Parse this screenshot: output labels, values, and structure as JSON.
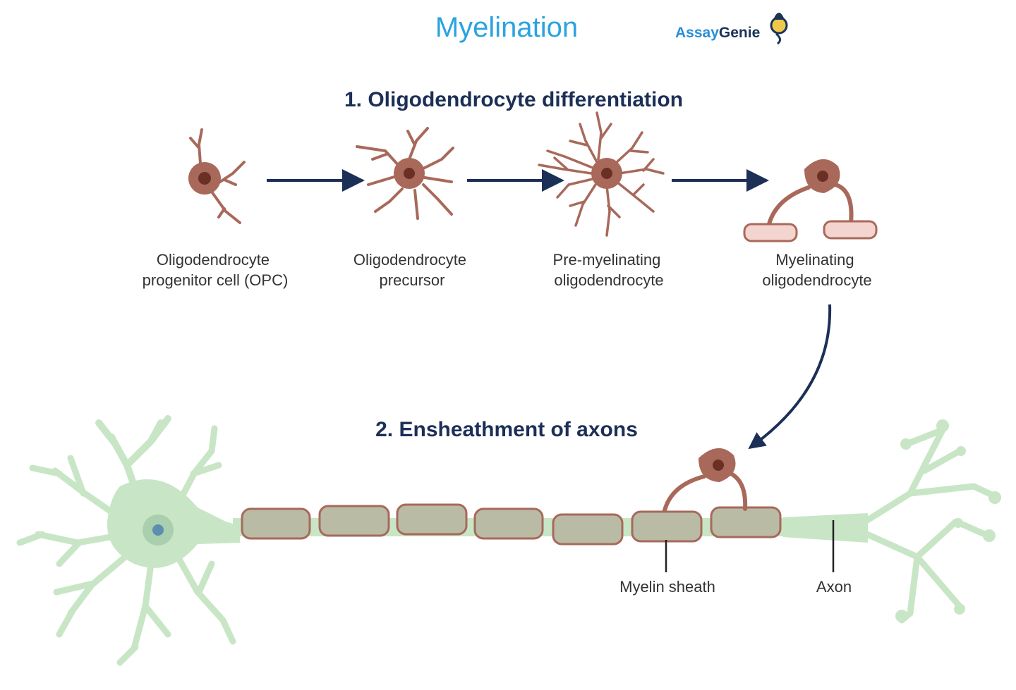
{
  "title": "Myelination",
  "logo": {
    "part1": "Assay",
    "part2": "Genie"
  },
  "section1": {
    "heading": "1.  Oligodendrocyte differentiation",
    "stages": [
      {
        "line1": "Oligodendrocyte",
        "line2": "progenitor cell (OPC)"
      },
      {
        "line1": "Oligodendrocyte",
        "line2": "precursor"
      },
      {
        "line1": "Pre-myelinating",
        "line2": "oligodendrocyte"
      },
      {
        "line1": "Myelinating",
        "line2": "oligodendrocyte"
      }
    ]
  },
  "section2": {
    "heading": "2. Ensheathment of axons",
    "labels": {
      "myelin": "Myelin sheath",
      "axon": "Axon"
    }
  },
  "colors": {
    "title": "#2aa3df",
    "heading": "#1c2f57",
    "oligodendrocyte": "#a8695a",
    "neuron": "#c8e6c6",
    "sheath": "#b9bba5"
  }
}
